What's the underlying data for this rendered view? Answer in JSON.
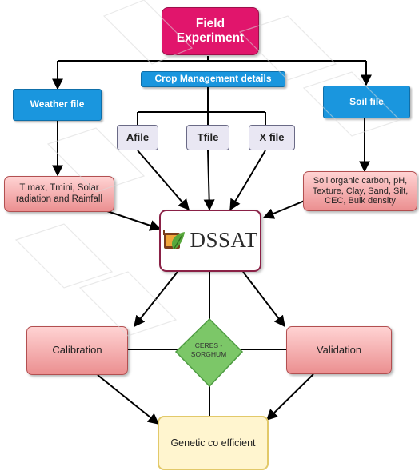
{
  "nodes": {
    "field_experiment": "Field Experiment",
    "crop_management": "Crop Management details",
    "weather_file": "Weather file",
    "soil_file": "Soil file",
    "a_file": "Afile",
    "t_file": "Tfile",
    "x_file": "X file",
    "weather_params": "T max, Tmini, Solar radiation and Rainfall",
    "soil_params": "Soil organic carbon, pH, Texture, Clay, Sand, Silt, CEC, Bulk density",
    "dssat": "DSSAT",
    "calibration": "Calibration",
    "validation": "Validation",
    "ceres_sorghum": "CERES - SORGHUM",
    "genetic_coefficient": "Genetic co efficient"
  },
  "colors": {
    "title": "#e1156c",
    "file_header": "#1a96de",
    "input_file": "#e9e7f3",
    "parameters": "#eb8f90",
    "model": "#8a2146",
    "model_crop": "#7cc768",
    "output": "#fff5cf"
  },
  "icons": {
    "dssat_logo": "leaf-logo-icon"
  }
}
